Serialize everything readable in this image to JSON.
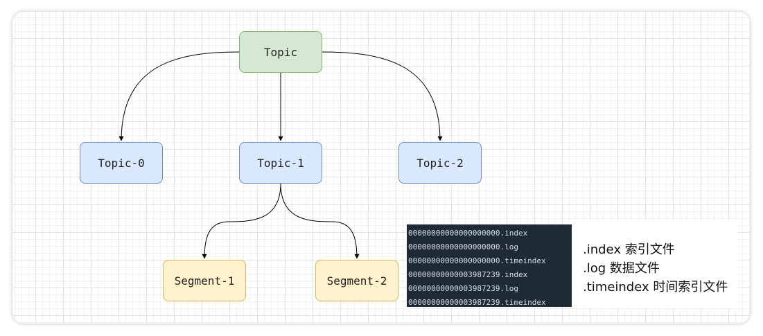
{
  "diagram": {
    "root": {
      "label": "Topic"
    },
    "topics": [
      {
        "label": "Topic-0"
      },
      {
        "label": "Topic-1"
      },
      {
        "label": "Topic-2"
      }
    ],
    "segments": [
      {
        "label": "Segment-1"
      },
      {
        "label": "Segment-2"
      }
    ],
    "colors": {
      "root_fill": "#d5e8d4",
      "root_border": "#82b366",
      "topic_fill": "#dae8fc",
      "topic_border": "#6c8ebf",
      "segment_fill": "#fff2cc",
      "segment_border": "#d6b656"
    }
  },
  "file_listing": {
    "files": [
      "00000000000000000000.index",
      "00000000000000000000.log",
      "00000000000000000000.timeindex",
      "00000000000003987239.index",
      "00000000000003987239.log",
      "00000000000003987239.timeindex"
    ]
  },
  "legend": {
    "lines": [
      ".index  索引文件",
      ".log 数据文件",
      ".timeindex 时间索引文件"
    ]
  }
}
